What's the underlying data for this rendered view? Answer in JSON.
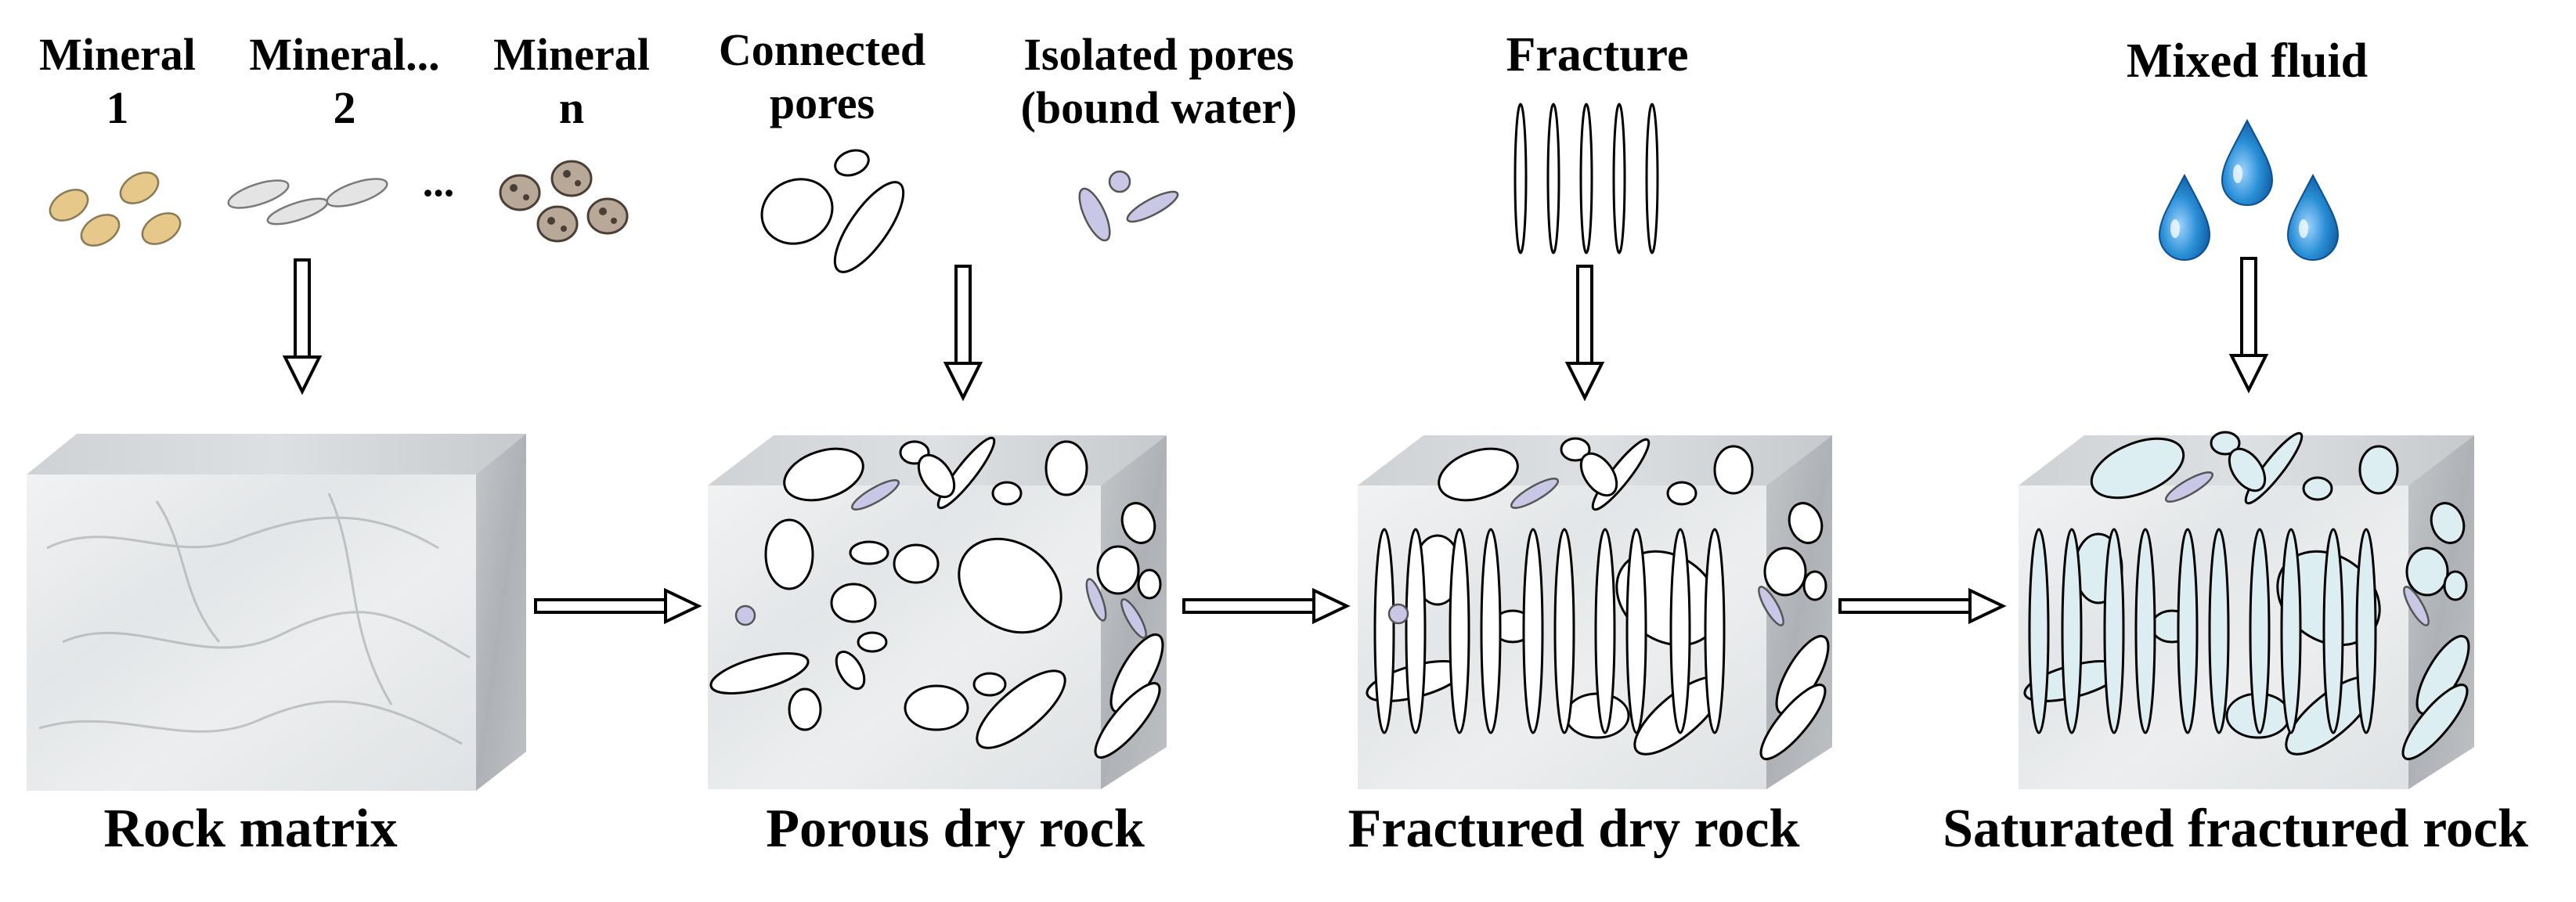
{
  "components": {
    "mineral_1": {
      "line1": "Mineral",
      "line2": "1"
    },
    "mineral_2": {
      "line1": "Mineral...",
      "line2": "2"
    },
    "mineral_dots": "...",
    "mineral_n": {
      "line1": "Mineral",
      "line2": "n"
    },
    "connected_pores": {
      "line1": "Connected",
      "line2": "pores"
    },
    "isolated_pores": {
      "line1": "Isolated pores",
      "line2": "(bound water)"
    },
    "fracture": "Fracture",
    "mixed_fluid": "Mixed fluid"
  },
  "stages": [
    {
      "label": "Rock matrix"
    },
    {
      "label": "Porous dry rock"
    },
    {
      "label": "Fractured dry rock"
    },
    {
      "label": "Saturated fractured rock"
    }
  ],
  "colors": {
    "mineral_1": "#e6c98a",
    "mineral_2": "#e4e4e4",
    "mineral_n": "#b8a898",
    "isolated_pore": "#c9c7e6",
    "saturated_pore": "#dceef2",
    "droplet": "#1f7fc4",
    "rock_face": "#e9ebec",
    "rock_top": "#d7dadc",
    "rock_side": "#b9bdc0"
  }
}
